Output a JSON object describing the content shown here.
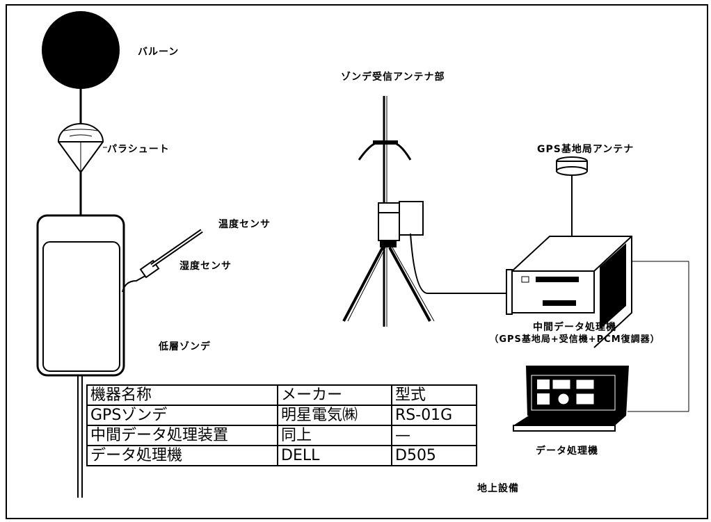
{
  "labels": {
    "balloon": "バルーン",
    "parachute": "パラシュート",
    "temp_sensor": "温度センサ",
    "humidity_sensor": "湿度センサ",
    "sonde": "低層ゾンデ",
    "antenna": "ゾンデ受信アンテナ部",
    "gps_antenna": "GPS基地局アンテナ",
    "processor_line1": "中間データ処理機",
    "processor_line2": "（GPS基地局+受信機+PCM復調器）",
    "data_machine": "データ処理機",
    "ground_equipment": "地上設備"
  },
  "table": {
    "header": [
      "機器名称",
      "メーカー",
      "型式"
    ],
    "rows": [
      [
        "GPSゾンデ",
        "明星電気㈱",
        "RS-01G"
      ],
      [
        "中間データ処理装置",
        "同上",
        "—"
      ],
      [
        "データ処理機",
        "DELL",
        "D505"
      ]
    ]
  }
}
